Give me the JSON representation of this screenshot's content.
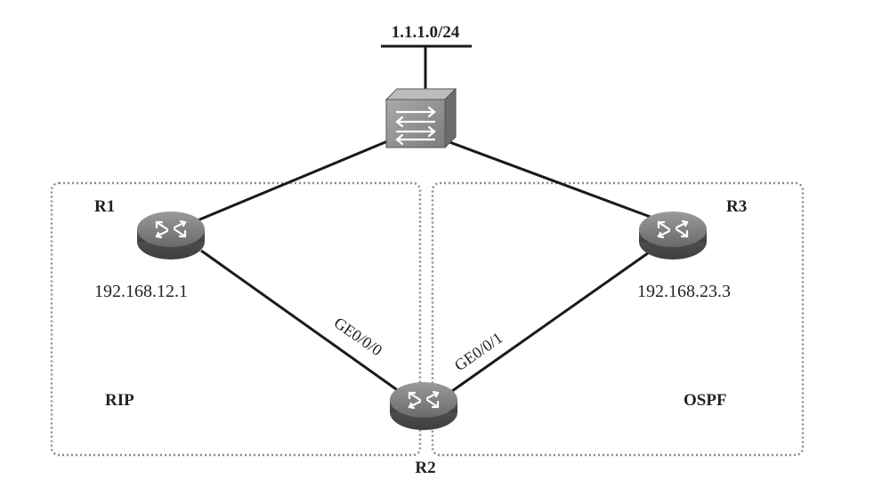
{
  "network": {
    "label": "1.1.1.0/24"
  },
  "routers": {
    "r1": {
      "name": "R1",
      "ip": "192.168.12.1"
    },
    "r2": {
      "name": "R2"
    },
    "r3": {
      "name": "R3",
      "ip": "192.168.23.3"
    }
  },
  "interfaces": {
    "r2_ge0": "GE0/0/0",
    "r2_ge1": "GE0/0/1"
  },
  "areas": {
    "left": "RIP",
    "right": "OSPF"
  },
  "icons": {
    "switch": "switch-icon",
    "router": "router-icon"
  },
  "colors": {
    "link": "#1a1a1a",
    "area_border": "#8a8a8a",
    "device_dark": "#6e6e6e",
    "device_light": "#b8b8b8"
  }
}
